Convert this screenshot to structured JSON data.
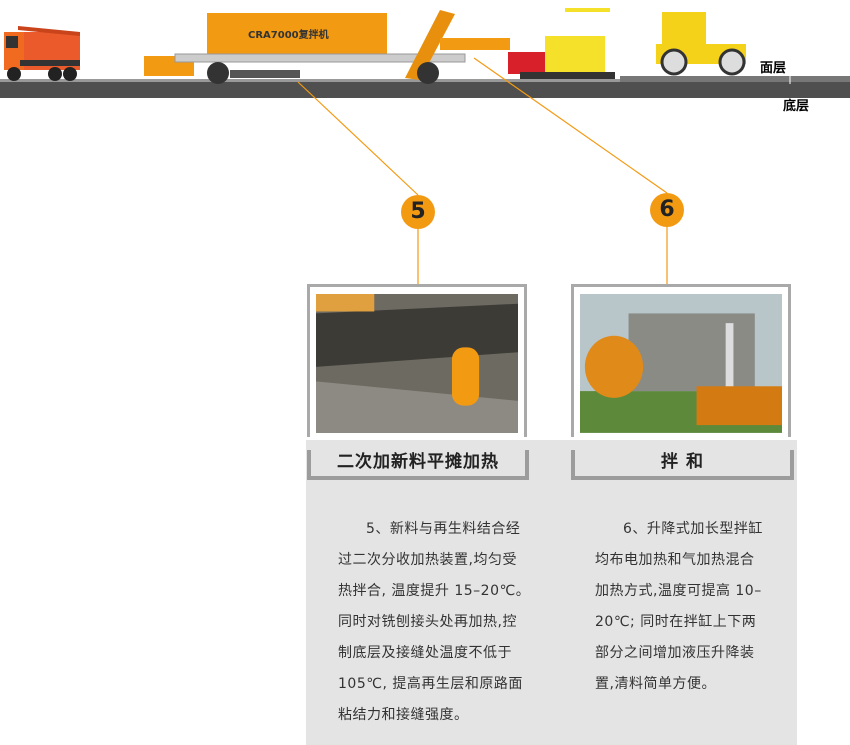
{
  "scene": {
    "machine_label": "CRA7000复拌机",
    "layer_top": "面层",
    "layer_bottom": "底层"
  },
  "steps": [
    {
      "number": "5",
      "title": "二次加新料平摊加热",
      "lines": [
        "5、新料与再生料结合经",
        "过二次分收加热装置,均匀受",
        "热拌合, 温度提升  15–20℃。",
        "同时对铣刨接头处再加热,控",
        "制底层及接缝处温度不低于",
        "105℃, 提高再生层和原路面",
        "粘结力和接缝强度。"
      ]
    },
    {
      "number": "6",
      "title": "拌  和",
      "lines": [
        "6、升降式加长型拌缸",
        "均布电加热和气加热混合",
        "加热方式,温度可提高 10–",
        "20℃; 同时在拌缸上下两",
        "部分之间增加液压升降装",
        "置,清料简单方便。"
      ]
    }
  ],
  "colors": {
    "accent": "#f39a13",
    "road": "#555555",
    "panel": "#e4e4e4"
  }
}
